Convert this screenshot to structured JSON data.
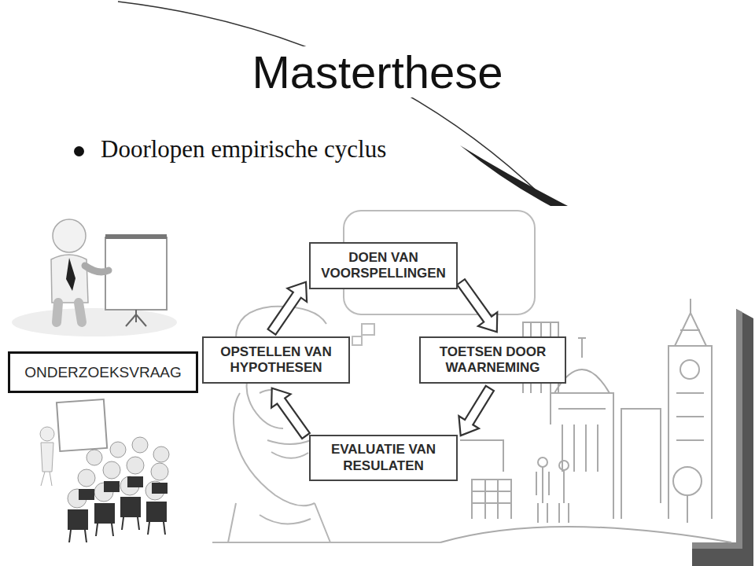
{
  "diagram": {
    "title": "Masterthese",
    "nodes": [
      {
        "text": [
          "ONDERZOEKSVRAAG"
        ]
      },
      {
        "text": [
          "OPSTELLEN VAN HYPOTHESEN"
        ]
      },
      {
        "text": [
          "DOEN VAN VOORSPELLINGEN"
        ]
      },
      {
        "text": [
          "TOETSEN DOOR WAARNEMING"
        ]
      },
      {
        "text": [
          "EVALUATIE VAN RESULATEN"
        ]
      }
    ],
    "edges": [
      {
        "from": 1,
        "to": 2,
        "arrow": "to"
      },
      {
        "from": 2,
        "to": 3,
        "arrow": "to"
      },
      {
        "from": 3,
        "to": 4,
        "arrow": "to"
      },
      {
        "from": 4,
        "to": 1,
        "arrow": "to"
      }
    ],
    "labels": [
      "Doorlopen empirische cyclus"
    ]
  }
}
